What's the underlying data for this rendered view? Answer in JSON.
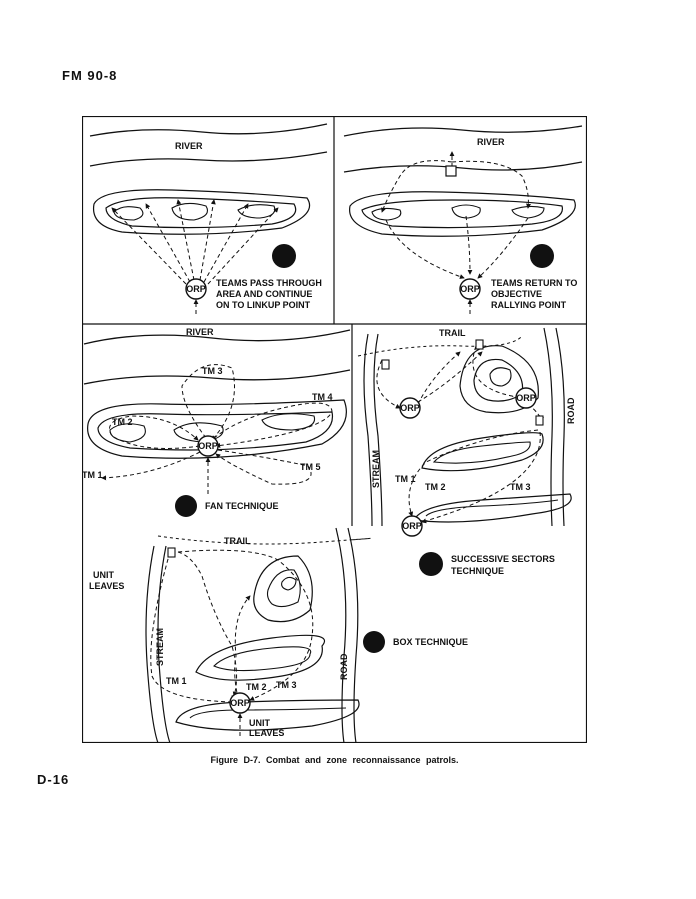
{
  "header": {
    "manual": "FM 90-8"
  },
  "footer": {
    "page": "D-16"
  },
  "caption": "Figure D-7. Combat and zone reconnaissance patrols.",
  "panels": {
    "top_left": {
      "river": "RIVER",
      "orp": "ORP",
      "note_line1": "TEAMS PASS THROUGH",
      "note_line2": "AREA AND CONTINUE",
      "note_line3": "ON TO LINKUP POINT"
    },
    "top_right": {
      "river": "RIVER",
      "orp": "ORP",
      "note_line1": "TEAMS RETURN TO",
      "note_line2": "OBJECTIVE",
      "note_line3": "RALLYING POINT"
    },
    "fan": {
      "river": "RIVER",
      "orp": "ORP",
      "tm1": "TM 1",
      "tm2": "TM 2",
      "tm3": "TM 3",
      "tm4": "TM 4",
      "tm5": "TM 5",
      "technique": "FAN TECHNIQUE"
    },
    "successive": {
      "trail": "TRAIL",
      "stream": "STREAM",
      "road": "ROAD",
      "orp": "ORP",
      "tm1": "TM 1",
      "tm2": "TM 2",
      "tm3": "TM 3",
      "technique_line1": "SUCCESSIVE SECTORS",
      "technique_line2": "TECHNIQUE"
    },
    "box": {
      "trail": "TRAIL",
      "stream": "STREAM",
      "road": "ROAD",
      "orp": "ORP",
      "unit_leaves_top_1": "UNIT",
      "unit_leaves_top_2": "LEAVES",
      "unit_leaves_bottom_1": "UNIT",
      "unit_leaves_bottom_2": "LEAVES",
      "tm1": "TM 1",
      "tm2": "TM 2",
      "tm3": "TM 3",
      "technique": "BOX TECHNIQUE"
    }
  }
}
